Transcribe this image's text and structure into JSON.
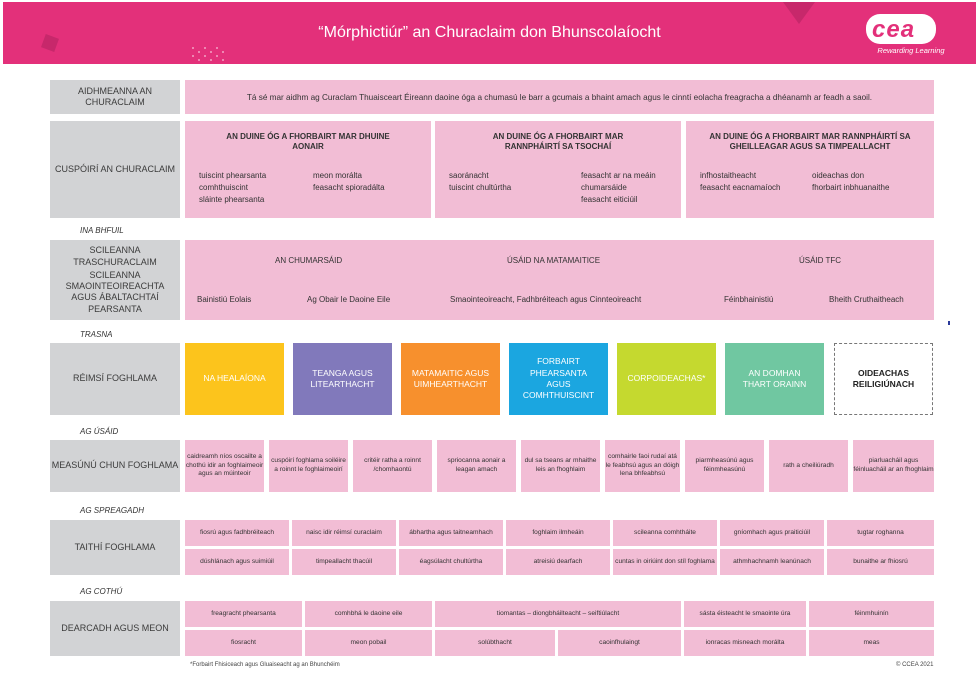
{
  "title": "“Mórphictiúr” an Churaclaim don Bhunscolaíocht",
  "logo": {
    "text": "cea",
    "tagline": "Rewarding Learning"
  },
  "section_labels": {
    "ina_bhfuil": "INA BHFUIL",
    "trasna": "TRASNA",
    "ag_usaid": "AG ÚSÁID",
    "ag_spreagadh": "AG SPREAGADH",
    "ag_cothu": "AG COTHÚ"
  },
  "rows": {
    "aidhmeanna": {
      "label": "AIDHMEANNA AN CHURACLAIM",
      "text": "Tá sé mar aidhm ag Curaclam Thuaisceart Éireann daoine óga a chumasú le barr a gcumais a bhaint amach agus le cinntí eolacha freagracha a dhéanamh ar feadh a saoil."
    },
    "cuspoiri": {
      "label": "CUSPÓIRÍ AN CHURACLAIM",
      "col1": {
        "header": "AN DUINE ÓG A FHORBAIRT MAR DHUINE AONAIR",
        "left": [
          "tuiscint phearsanta",
          "comhthuiscint",
          "sláinte phearsanta"
        ],
        "right": [
          "meon morálta",
          "feasacht spioradálta"
        ]
      },
      "col2": {
        "header": "AN DUINE ÓG A FHORBAIRT MAR RANNPHÁIRTÍ SA TSOCHAÍ",
        "left": [
          "saoránacht",
          "tuiscint chultúrtha"
        ],
        "right": [
          "feasacht ar na meáin",
          "chumarsáide",
          "feasacht eiticiúil"
        ]
      },
      "col3": {
        "header": "AN DUINE ÓG A FHORBAIRT MAR RANNPHÁIRTÍ SA GHEILLEAGAR AGUS SA TIMPEALLACHT",
        "left": [
          "infhostaitheacht",
          "feasacht eacnamaíoch"
        ],
        "right": [
          "oideachas don",
          "fhorbairt inbhuanaithe"
        ]
      }
    },
    "scileanna": {
      "label1": "SCILEANNA TRASCHURACLAIM",
      "label2": "SCILEANNA SMAOINTEOIREACHTA AGUS ÁBALTACHTAÍ PEARSANTA",
      "cross": [
        "AN CHUMARSÁID",
        "ÚSÁID NA MATAMAITICE",
        "ÚSÁID TFC"
      ],
      "thinking": [
        "Bainistiú Eolais",
        "Ag Obair le Daoine Eile",
        "Smaointeoireacht, Fadhbréiteach agus Cinnteoireacht",
        "Féinbhainistiú",
        "Bheith Cruthaitheach"
      ]
    },
    "reimsi": {
      "label": "RÉIMSÍ FOGHLAMA",
      "areas": [
        {
          "text": "NA HEALAÍONA",
          "color": "#fcc41c"
        },
        {
          "text": "TEANGA AGUS LITEARTHACHT",
          "color": "#8179bb"
        },
        {
          "text": "MATAMAITIC AGUS UIMHEARTHACHT",
          "color": "#f7902d"
        },
        {
          "text": "FORBAIRT PHEARSANTA AGUS COMHTHUISCINT",
          "color": "#1ba6e0"
        },
        {
          "text": "CORPOIDEACHAS*",
          "color": "#c5d92f"
        },
        {
          "text": "AN DOMHAN THART ORAINN",
          "color": "#70c7a1"
        },
        {
          "text": "OIDEACHAS REILIGIÚNACH",
          "color": "#ffffff"
        }
      ]
    },
    "measunu": {
      "label": "MEASÚNÚ CHUN FOGHLAMA",
      "items": [
        "caidreamh níos oscailte a chothú idir an foghlaimeoir agus an múinteoir",
        "cuspóirí foghlama soiléire a roinnt le foghlaimeoirí",
        "critéir ratha a roinnt /chomhaontú",
        "spriocanna aonair a leagan amach",
        "dul sa tseans ar mhaithe leis an fhoghlaim",
        "comhairle faoi rudaí atá le feabhsú agus an dóigh lena bhfeabhsú",
        "piarmheasúnú agus féinmheasúnú",
        "rath a cheiliúradh",
        "piarluacháil agus féinluacháil ar an fhoghlaim"
      ]
    },
    "taithi": {
      "label": "TAITHÍ FOGHLAMA",
      "top": [
        "fiosrú agus fadhbréiteach",
        "naisc idir réimsí curaclaim",
        "ábhartha agus taitneamhach",
        "foghlaim ilmheáin",
        "scileanna comhtháite",
        "gníomhach agus praiticiúil",
        "tugtar roghanna"
      ],
      "bottom": [
        "dúshlánach agus suimiúil",
        "timpeallacht thacúil",
        "éagsúlacht chultúrtha",
        "atreisiú dearfach",
        "cuntas in oiriúint don stíl foghlama",
        "athmhachnamh leanúnach",
        "bunaithe ar fhiosrú"
      ]
    },
    "dearcadh": {
      "label": "DEARCADH AGUS MEON",
      "top": [
        "freagracht phearsanta",
        "comhbhá le daoine eile",
        "tiomantas – diongbháilteacht – seiftiúlacht",
        "sásta éisteacht le smaointe úra",
        "féinmhuinín"
      ],
      "bottom": [
        "fiosracht",
        "meon pobail",
        "solúbthacht",
        "caoinfhulaingt",
        "ionracas misneach morálta",
        "meas"
      ]
    }
  },
  "footer": {
    "note": "*Forbairt Fhisiceach agus Gluaiseacht ag an Bhunchéim",
    "copyright": "© CCEA 2021"
  },
  "colors": {
    "brand": "#e3307a",
    "pink": "#f2bdd5",
    "grey": "#d2d3d5"
  }
}
